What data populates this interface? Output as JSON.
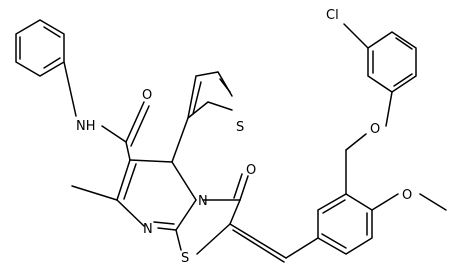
{
  "colors": {
    "background": "#ffffff",
    "ink": "#000000"
  },
  "atoms": {
    "cl": "Cl",
    "o_ether": "O",
    "o_methoxy": "O",
    "o_amide": "O",
    "nh": "NH",
    "s_thiophene": "S",
    "o_ketone": "O",
    "n_ring": "N",
    "n_pyrimidine": "N",
    "s_thiazole": "S"
  }
}
